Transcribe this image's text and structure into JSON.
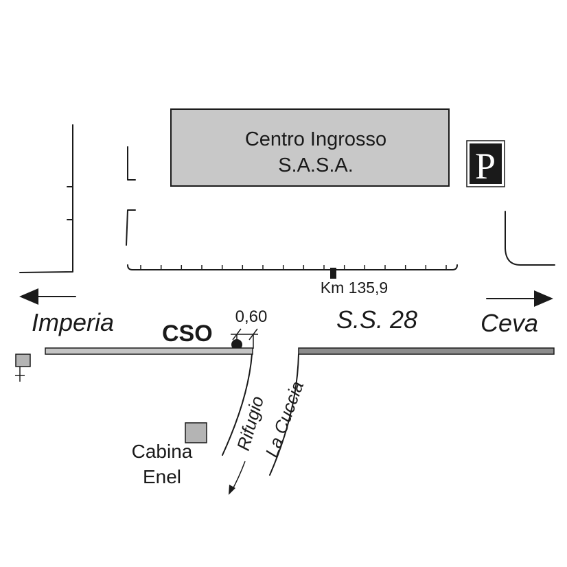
{
  "building": {
    "line1": "Centro Ingrosso",
    "line2": "S.A.S.A."
  },
  "parking": {
    "letter": "P",
    "icon": "parking-icon"
  },
  "km_marker": "Km 135,9",
  "directions": {
    "left": "Imperia",
    "right": "Ceva"
  },
  "road_name": "S.S. 28",
  "cso_label": "CSO",
  "distance": "0,60",
  "side_road": {
    "line1": "Rifugio",
    "line2": "La Cuccia"
  },
  "cabin": {
    "line1": "Cabina",
    "line2": "Enel"
  },
  "colors": {
    "building_fill": "#c8c8c8",
    "road_left": "#c4c4c4",
    "road_right": "#8c8c8c",
    "ink": "#1a1a1a",
    "cabin_fill": "#b4b4b4"
  }
}
